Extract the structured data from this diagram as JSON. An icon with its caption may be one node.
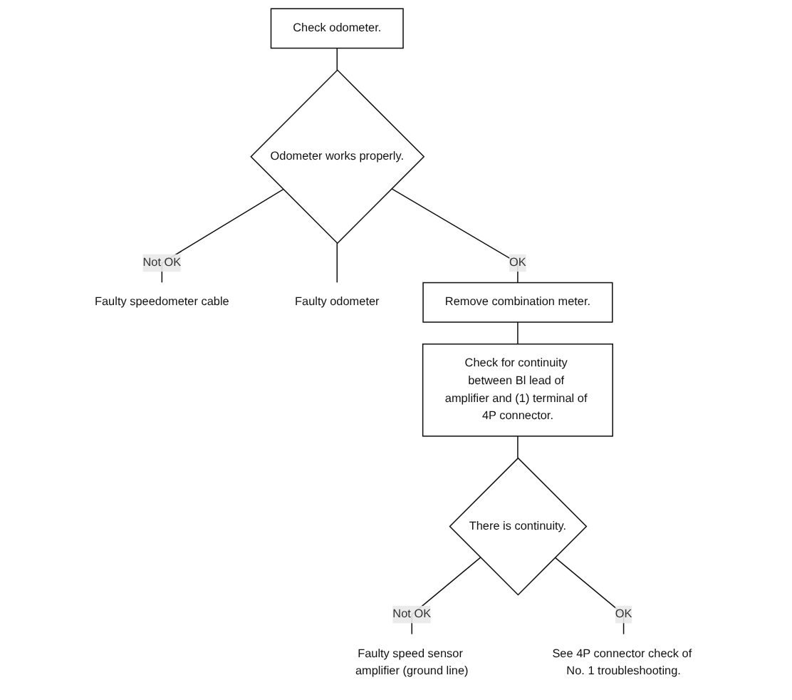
{
  "diagram": {
    "nodes": [
      {
        "text": [
          "Check odometer."
        ]
      },
      {
        "text": [
          "Odometer works properly."
        ]
      },
      {
        "text": [
          "Faulty speedometer cable"
        ]
      },
      {
        "text": [
          "Faulty odometer"
        ]
      },
      {
        "text": [
          "Remove combination meter."
        ]
      },
      {
        "text": [
          "Check for continuity between Bl lead of amplifier and (1) terminal of 4P connector."
        ]
      },
      {
        "text": [
          "There is continuity."
        ]
      },
      {
        "text": [
          "Faulty speed sensor amplifier (ground line)"
        ]
      },
      {
        "text": [
          "See 4P connector check of No. 1 troubleshooting."
        ]
      }
    ],
    "edges": [
      {
        "from": 0,
        "to": 1,
        "arrow": "none"
      },
      {
        "from": 1,
        "to": 2,
        "arrow": "none",
        "label": "Not OK"
      },
      {
        "from": 1,
        "to": 3,
        "arrow": "none"
      },
      {
        "from": 1,
        "to": 4,
        "arrow": "none",
        "label": "OK"
      },
      {
        "from": 4,
        "to": 5,
        "arrow": "none"
      },
      {
        "from": 5,
        "to": 6,
        "arrow": "none"
      },
      {
        "from": 6,
        "to": 7,
        "arrow": "none",
        "label": "Not OK"
      },
      {
        "from": 6,
        "to": 8,
        "arrow": "none",
        "label": "OK"
      }
    ]
  }
}
